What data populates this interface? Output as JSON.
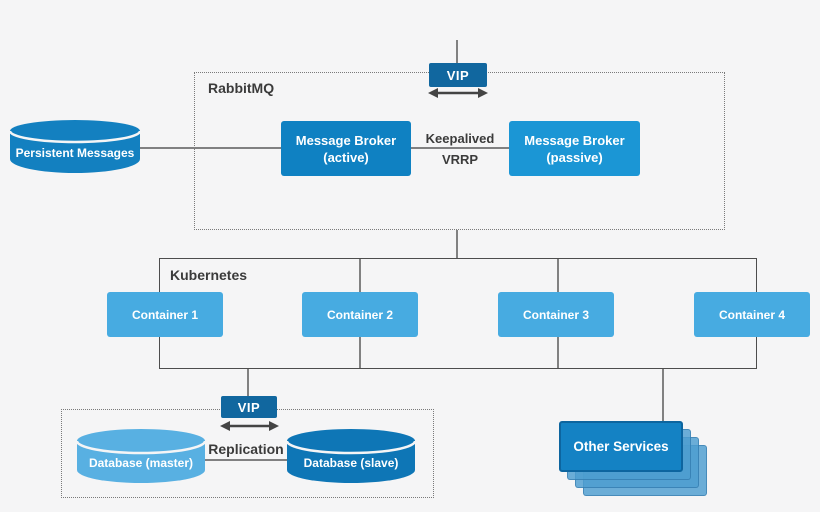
{
  "colors": {
    "background": "#f5f5f6",
    "vip_dark_blue": "#11679f",
    "broker_active_blue": "#0f81c2",
    "broker_passive_blue": "#1b96d5",
    "container_sky_blue": "#47abe1",
    "persistent_cylinder_blue": "#1380c0",
    "db_master_blue": "#58b0e2",
    "db_slave_blue": "#0e76b6",
    "other_services_blue": "#1482c4",
    "connector_gray": "#5a5a5a",
    "label_dark": "#3b3b3b"
  },
  "rabbitmq": {
    "label": "RabbitMQ",
    "vip_label": "VIP",
    "broker_active": {
      "line1": "Message Broker",
      "line2": "(active)"
    },
    "broker_passive": {
      "line1": "Message Broker",
      "line2": "(passive)"
    },
    "keepalived": {
      "line1": "Keepalived",
      "line2": "VRRP"
    }
  },
  "persistent_messages": {
    "label": "Persistent Messages"
  },
  "kubernetes": {
    "label": "Kubernetes",
    "containers": [
      "Container 1",
      "Container 2",
      "Container 3",
      "Container 4"
    ]
  },
  "database_cluster": {
    "vip_label": "VIP",
    "master_label": "Database (master)",
    "slave_label": "Database (slave)",
    "replication_label": "Replication"
  },
  "other_services": {
    "label": "Other Services"
  }
}
